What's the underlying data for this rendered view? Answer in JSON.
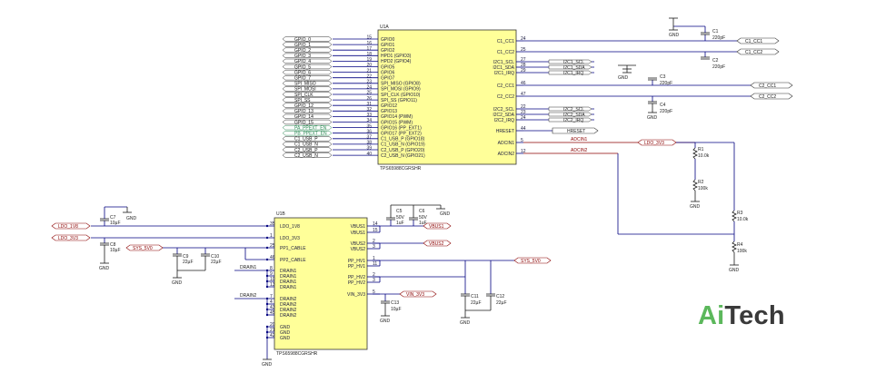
{
  "u1a": {
    "ref": "U1A",
    "part": "TPS65988CGRSHR",
    "left_pins": [
      {
        "num": "15",
        "name": "GPIO0",
        "net": "GPIO_0",
        "color": "black"
      },
      {
        "num": "16",
        "name": "GPIO1",
        "net": "GPIO_1",
        "color": "black"
      },
      {
        "num": "17",
        "name": "GPIO2",
        "net": "GPIO_2",
        "color": "black"
      },
      {
        "num": "18",
        "name": "HPD1 (GPIO3)",
        "net": "GPIO_3",
        "color": "black"
      },
      {
        "num": "19",
        "name": "HPD2 (GPIO4)",
        "net": "GPIO_4",
        "color": "black"
      },
      {
        "num": "20",
        "name": "GPIO5",
        "net": "GPIO_5",
        "color": "black"
      },
      {
        "num": "21",
        "name": "GPIO6",
        "net": "GPIO_6",
        "color": "black"
      },
      {
        "num": "22",
        "name": "GPIO7",
        "net": "GPIO_7",
        "color": "black"
      },
      {
        "num": "23",
        "name": "SPI_MISO (GPIO8)",
        "net": "SPI_MISO",
        "color": "black"
      },
      {
        "num": "24",
        "name": "SPI_MOSI (GPIO9)",
        "net": "SPI_MOSI",
        "color": "black"
      },
      {
        "num": "25",
        "name": "SPI_CLK (GPIO10)",
        "net": "SPI_CLK",
        "color": "black"
      },
      {
        "num": "26",
        "name": "SPI_SS (GPIO11)",
        "net": "SPI_SS",
        "color": "black"
      },
      {
        "num": "31",
        "name": "GPIO12",
        "net": "GPIO_12",
        "color": "black"
      },
      {
        "num": "32",
        "name": "GPIO13",
        "net": "GPIO_13",
        "color": "black"
      },
      {
        "num": "33",
        "name": "GPIO14 (PWM)",
        "net": "GPIO_14",
        "color": "black"
      },
      {
        "num": "34",
        "name": "GPIO15 (PWM)",
        "net": "GPIO_15",
        "color": "black"
      },
      {
        "num": "35",
        "name": "GPIO16 (PP_EXT1)",
        "net": "PA_PPEXT_EN",
        "color": "green"
      },
      {
        "num": "36",
        "name": "GPIO17 (PP_EXT2)",
        "net": "PB_PPEXT_EN",
        "color": "green"
      },
      {
        "num": "37",
        "name": "C1_USB_P (GPIO18)",
        "net": "C1_USB_P",
        "color": "black"
      },
      {
        "num": "38",
        "name": "C1_USB_N (GPIO19)",
        "net": "C1_USB_N",
        "color": "black"
      },
      {
        "num": "39",
        "name": "C2_USB_P (GPIO20)",
        "net": "C2_USB_P",
        "color": "black"
      },
      {
        "num": "40",
        "name": "C2_USB_N (GPIO21)",
        "net": "C2_USB_N",
        "color": "black"
      }
    ],
    "right_pins": [
      {
        "num": "24",
        "name": "C1_CC1"
      },
      {
        "num": "25",
        "name": "C1_CC2"
      },
      {
        "num": "27",
        "name": "I2C1_SCL"
      },
      {
        "num": "28",
        "name": "I2C1_SDA"
      },
      {
        "num": "29",
        "name": "I2C1_IRQ"
      },
      {
        "num": "46",
        "name": "C2_CC1"
      },
      {
        "num": "47",
        "name": "C2_CC2"
      },
      {
        "num": "22",
        "name": "I2C2_SCL"
      },
      {
        "num": "23",
        "name": "I2C2_SDA"
      },
      {
        "num": "24",
        "name": "I2C2_IRQ"
      },
      {
        "num": "44",
        "name": "HRESET"
      },
      {
        "num": "5",
        "name": "ADCIN1"
      },
      {
        "num": "12",
        "name": "ADCIN2"
      }
    ],
    "i2c_nets": [
      "I2C1_SCL",
      "I2C1_SDA",
      "I2C1_IRQ",
      "I2C2_SCL",
      "I2C2_SDA",
      "I2C2_IRQ"
    ]
  },
  "u1b": {
    "ref": "U1B",
    "part": "TPS65988CGRSHR",
    "left_pins": [
      {
        "num": "35",
        "name": "LDO_1V8"
      },
      {
        "num": "1",
        "name": "LDO_3V3"
      },
      {
        "num": "25",
        "name": "PP1_CABLE"
      },
      {
        "num": "46",
        "name": "PP2_CABLE"
      },
      {
        "num": "8",
        "name": "DRAIN1"
      },
      {
        "num": "9",
        "name": "DRAIN1"
      },
      {
        "num": "10",
        "name": "DRAIN1"
      },
      {
        "num": "13",
        "name": "DRAIN1"
      },
      {
        "num": "7",
        "name": "DRAIN2"
      },
      {
        "num": "4",
        "name": "DRAIN2"
      },
      {
        "num": "43",
        "name": "DRAIN2"
      },
      {
        "num": "45",
        "name": "DRAIN2"
      },
      {
        "num": "20",
        "name": "GND"
      },
      {
        "num": "21",
        "name": "GND"
      },
      {
        "num": "42",
        "name": "GND"
      }
    ],
    "right_pins": [
      {
        "num": "14",
        "name": "VBUS1"
      },
      {
        "num": "15",
        "name": "VBUS1"
      },
      {
        "num": "2",
        "name": "VBUS2"
      },
      {
        "num": "3",
        "name": "VBUS2"
      },
      {
        "num": "1",
        "name": "PP_HV1"
      },
      {
        "num": "11",
        "name": "PP_HV1"
      },
      {
        "num": "2",
        "name": "PP_HV2"
      },
      {
        "num": "3",
        "name": "PP_HV2"
      },
      {
        "num": "5",
        "name": "VIN_3V3"
      }
    ]
  },
  "nets": {
    "c1_cc1": "C1_CC1",
    "c1_cc2": "C1_CC2",
    "c2_cc1": "C2_CC1",
    "c2_cc2": "C2_CC2",
    "hreset": "HRESET",
    "adcin1": "ADCIN1",
    "adcin2": "ADCIN2",
    "ldo_3v3": "LDO_3V3",
    "ldo_1v8": "LDO_1V8",
    "vbus1": "VBUS1",
    "vbus2": "VBUS2",
    "sys_5v0": "SYS_5V0",
    "vin_3v3": "VIN_3V3",
    "drain1": "DRAIN1",
    "drain2": "DRAIN2",
    "gnd": "GND"
  },
  "components": {
    "c1": {
      "ref": "C1",
      "value": "220pF"
    },
    "c2": {
      "ref": "C2",
      "value": "220pF"
    },
    "c3": {
      "ref": "C3",
      "value": "220pF"
    },
    "c4": {
      "ref": "C4",
      "value": "220pF"
    },
    "c5": {
      "ref": "C5",
      "value1": "50V",
      "value2": "1uF"
    },
    "c6": {
      "ref": "C6",
      "value1": "50V",
      "value2": "1uF"
    },
    "c7": {
      "ref": "C7",
      "value": "10µF"
    },
    "c8": {
      "ref": "C8",
      "value": "10µF"
    },
    "c9": {
      "ref": "C9",
      "value": "22µF"
    },
    "c10": {
      "ref": "C10",
      "value": "22µF"
    },
    "c11": {
      "ref": "C11",
      "value": "22µF"
    },
    "c12": {
      "ref": "C12",
      "value": "22µF"
    },
    "c13": {
      "ref": "C13",
      "value": "10µF"
    },
    "r1": {
      "ref": "R1",
      "value": "10.0k"
    },
    "r2": {
      "ref": "R2",
      "value": "100k"
    },
    "r3": {
      "ref": "R3",
      "value": "10.0k"
    },
    "r4": {
      "ref": "R4",
      "value": "100k"
    }
  },
  "brand": {
    "ai": "Ai",
    "tech": "Tech"
  },
  "colors": {
    "wire": "#000080",
    "power": "#8b0000",
    "green_net": "#2e8b57",
    "ic_fill": "#ffff99",
    "brand_green": "#5cb85c",
    "brand_dark": "#3a3a3a"
  }
}
